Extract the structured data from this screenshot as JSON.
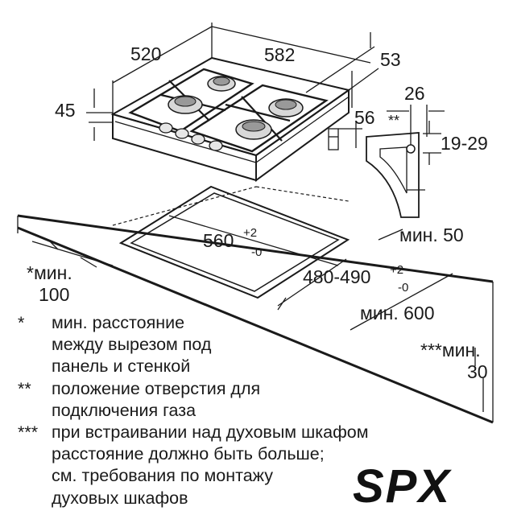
{
  "dimensions": {
    "hob_depth": "520",
    "hob_width": "582",
    "hob_top_height": "53",
    "hob_height": "45",
    "gas_inlet_offset": "56",
    "bracket_width": "26",
    "bracket_mark": "**",
    "bracket_range": "19-29",
    "cutout_width": "560",
    "cutout_width_tol_plus": "+2",
    "cutout_width_tol_minus": "-0",
    "cutout_depth": "480-490",
    "cutout_depth_tol_plus": "+2",
    "cutout_depth_tol_minus": "-0",
    "min_front_top": "*мин.",
    "min_front_bottom": "100",
    "min_back": "мин. 50",
    "min_depth": "мин. 600",
    "min_oven_top": "***мин.",
    "min_oven_bottom": "30"
  },
  "notes": [
    {
      "mark": "*",
      "text": "мин. расстояние\nмежду вырезом под\nпанель и стенкой"
    },
    {
      "mark": "**",
      "text": "положение отверстия для\nподключения газа"
    },
    {
      "mark": "***",
      "text": "при встраивании над духовым шкафом\nрасстояние должно быть больше;\nсм. требования по монтажу\nдуховых шкафов"
    }
  ],
  "logo": {
    "text": "SPX"
  }
}
